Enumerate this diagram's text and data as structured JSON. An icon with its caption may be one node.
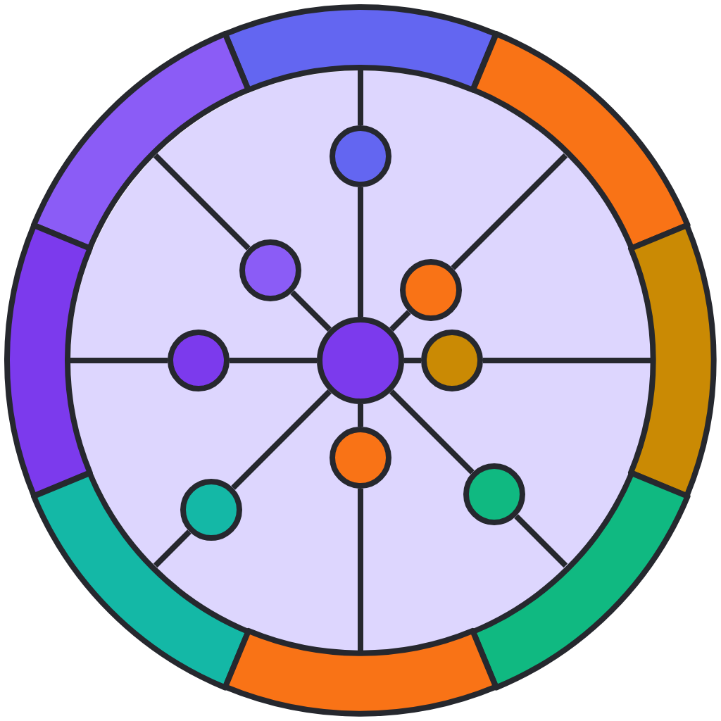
{
  "diagram": {
    "nodes": [
      {
        "text": [],
        "shape": "circle"
      },
      {
        "text": [],
        "shape": "circle",
        "in": 0
      },
      {
        "text": [],
        "shape": "circle",
        "in": 0
      },
      {
        "text": [],
        "shape": "circle",
        "in": 0
      },
      {
        "text": [],
        "shape": "circle",
        "in": 0
      },
      {
        "text": [],
        "shape": "circle",
        "in": 0
      },
      {
        "text": [],
        "shape": "circle",
        "in": 0
      },
      {
        "text": [],
        "shape": "circle",
        "in": 0
      },
      {
        "text": [],
        "shape": "circle",
        "in": 0
      },
      {
        "text": [],
        "shape": "circle",
        "in": 0
      },
      {
        "text": [],
        "shape": "arc"
      },
      {
        "text": [],
        "shape": "arc"
      },
      {
        "text": [],
        "shape": "arc"
      },
      {
        "text": [],
        "shape": "arc"
      },
      {
        "text": [],
        "shape": "arc"
      },
      {
        "text": [],
        "shape": "arc"
      },
      {
        "text": [],
        "shape": "arc"
      },
      {
        "text": [],
        "shape": "arc"
      }
    ],
    "edges": [
      {
        "from": 5,
        "to": 1,
        "arrow": "none"
      },
      {
        "from": 1,
        "to": 10,
        "arrow": "none"
      },
      {
        "from": 5,
        "to": 2,
        "arrow": "none"
      },
      {
        "from": 2,
        "to": 11,
        "arrow": "none"
      },
      {
        "from": 5,
        "to": 3,
        "arrow": "none"
      },
      {
        "from": 3,
        "to": 12,
        "arrow": "none"
      },
      {
        "from": 5,
        "to": 4,
        "arrow": "none"
      },
      {
        "from": 4,
        "to": 13,
        "arrow": "none"
      },
      {
        "from": 5,
        "to": 6,
        "arrow": "none"
      },
      {
        "from": 6,
        "to": 14,
        "arrow": "none"
      },
      {
        "from": 5,
        "to": 7,
        "arrow": "none"
      },
      {
        "from": 7,
        "to": 17,
        "arrow": "none"
      },
      {
        "from": 5,
        "to": 8,
        "arrow": "none"
      },
      {
        "from": 8,
        "to": 16,
        "arrow": "none"
      },
      {
        "from": 5,
        "to": 9,
        "arrow": "none"
      },
      {
        "from": 9,
        "to": 15,
        "arrow": "none"
      }
    ]
  }
}
